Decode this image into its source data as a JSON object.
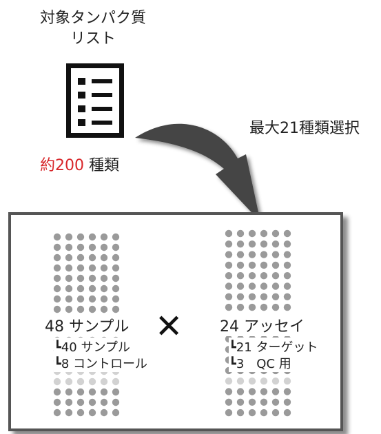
{
  "title_line1": "対象タンパク質",
  "title_line2": "リスト",
  "count": {
    "prefix": "約200",
    "suffix": " 種類"
  },
  "selection_label": "最大21種類選択",
  "samples": {
    "title": "48 サンプル",
    "sub1": "┗40 サンプル",
    "sub2": "┗8 コントロール"
  },
  "times": "✕",
  "assays": {
    "title": "24 アッセイ",
    "sub1": "┗21 ターゲット",
    "sub2": "┗3　QC 用"
  },
  "colors": {
    "accent": "#d8262a",
    "dot": "#9a9a9a",
    "dot_light": "#d2d2d2",
    "arrow": "#444444"
  }
}
